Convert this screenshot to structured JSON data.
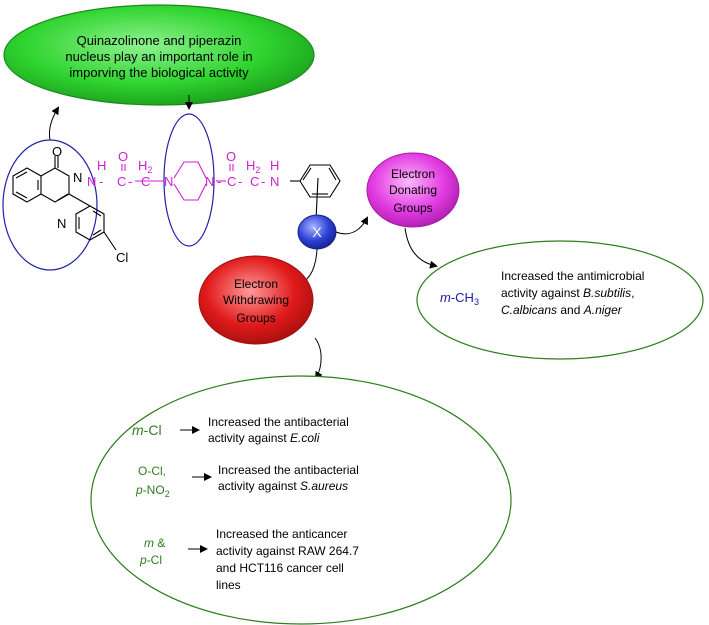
{
  "top_bubble": {
    "line1": "Quinazolinone and piperazin",
    "line2": "nucleus play an important role in",
    "line3": "imporving the biological activity"
  },
  "molecule": {
    "o1": "O",
    "n3": "N",
    "n1": "N",
    "cl": "Cl",
    "h_nh1": "H",
    "n_nh1": "N",
    "dash1": "-",
    "o_c1": "O",
    "c_c1": "C",
    "dash2": "-",
    "c_ch2_1": "C",
    "h2_1": "H",
    "h2_1_sub": "2",
    "pip_n1": "N",
    "pip_n2": "N",
    "dash3": "-",
    "o_c2": "O",
    "c_c2": "C",
    "dash4": "-",
    "c_ch2_2": "C",
    "h2_2": "H",
    "h2_2_sub": "2",
    "dash5": "-",
    "h_nh2": "H",
    "n_nh2": "N",
    "x_label": "X"
  },
  "donating": {
    "line1": "Electron",
    "line2": "Donating",
    "line3": "Groups"
  },
  "withdrawing": {
    "line1": "Electron",
    "line2": "Withdrawing",
    "line3": "Groups"
  },
  "donating_effect": {
    "sub_prefix": "m",
    "sub_rest": "-CH",
    "sub_num": "3",
    "line1": "Increased the antimicrobial",
    "line2_a": "activity against ",
    "line2_b": "B.subtilis",
    "line2_c": ",",
    "line3_a": "C.albicans",
    "line3_b": " and ",
    "line3_c": "A.niger"
  },
  "withdrawing_effects": {
    "e1_sub_prefix": "m",
    "e1_sub_rest": "-Cl",
    "e1_line1": "Increased the antibacterial",
    "e1_line2_a": "activity against ",
    "e1_line2_b": "E.coli",
    "e2_sub_line1": "O-Cl,",
    "e2_sub_line2_prefix": "p",
    "e2_sub_line2_rest": "-NO",
    "e2_sub_line2_num": "2",
    "e2_line1": "Increased the antibacterial",
    "e2_line2_a": "activity against ",
    "e2_line2_b": "S.aureus",
    "e3_sub_line1_prefix": "m",
    "e3_sub_line1_rest": " &",
    "e3_sub_line2_prefix": "p",
    "e3_sub_line2_rest": "-Cl",
    "e3_line1": "Increased the anticancer",
    "e3_line2": "activity against RAW 264.7",
    "e3_line3": "and HCT116 cancer cell",
    "e3_line4": "lines"
  },
  "colors": {
    "green_bubble": "#2fd42f",
    "magenta_bubble": "#e23ce2",
    "red_bubble": "#e01a1a",
    "blue_x": "#2b3fd6",
    "ellipse_outline_green": "#2e7d1f",
    "ring_outline_blue": "#2222aa",
    "chain_text": "#d21fd2"
  }
}
